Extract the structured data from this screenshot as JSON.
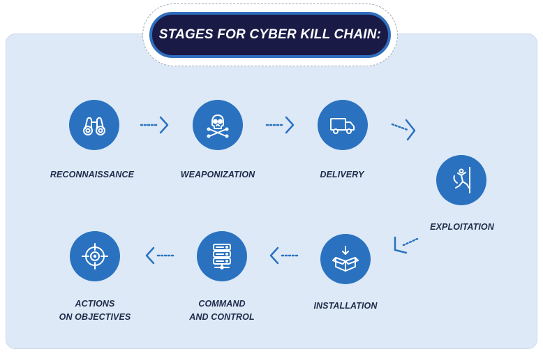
{
  "title": "STAGES FOR CYBER KILL CHAIN:",
  "colors": {
    "circle": "#2a72c0",
    "title_bg": "#1a1a47",
    "panel": "#dde9f6",
    "label": "#1e2b4a",
    "arrow": "#2a72c0"
  },
  "stages": [
    {
      "label": "RECONNAISSANCE",
      "icon": "binoculars-icon"
    },
    {
      "label": "WEAPONIZATION",
      "icon": "skull-crossbones-icon"
    },
    {
      "label": "DELIVERY",
      "icon": "truck-icon"
    },
    {
      "label": "EXPLOITATION",
      "icon": "climber-icon"
    },
    {
      "label": "INSTALLATION",
      "icon": "box-download-icon"
    },
    {
      "label": "COMMAND\nAND CONTROL",
      "icon": "server-icon"
    },
    {
      "label": "ACTIONS\nON OBJECTIVES",
      "icon": "target-icon"
    }
  ]
}
